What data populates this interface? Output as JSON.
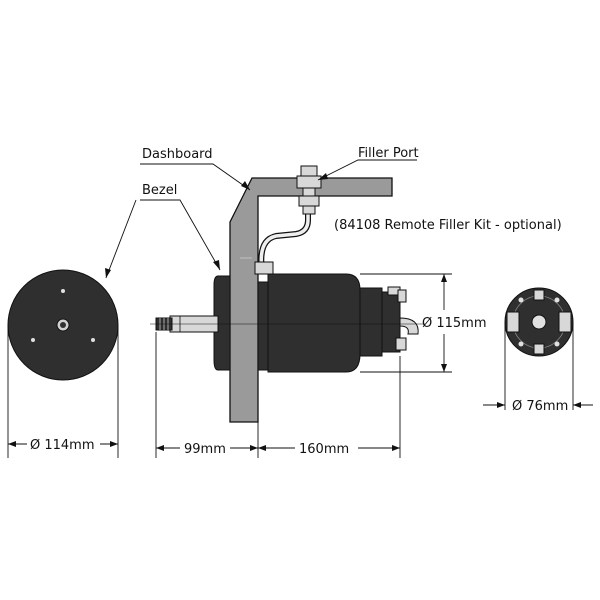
{
  "labels": {
    "dashboard": "Dashboard",
    "bezel": "Bezel",
    "filler_port": "Filler Port",
    "remote_kit": "(84108 Remote Filler Kit - optional)"
  },
  "dimensions": {
    "bezel_diameter": "Ø 114mm",
    "body_diameter": "Ø 115mm",
    "rear_diameter": "Ø 76mm",
    "shaft_length": "99mm",
    "body_length": "160mm"
  },
  "colors": {
    "panel": "#9a9a9a",
    "body": "#2f2f2f",
    "fitting": "#d8d8d8",
    "line": "#111111"
  }
}
